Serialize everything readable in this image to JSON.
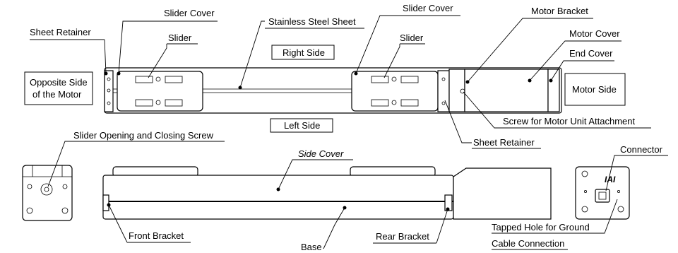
{
  "labels": {
    "slider_cover_left": "Slider Cover",
    "stainless_steel_sheet": "Stainless Steel Sheet",
    "slider_cover_right": "Slider Cover",
    "motor_bracket": "Motor Bracket",
    "sheet_retainer_top": "Sheet Retainer",
    "slider_left": "Slider",
    "right_side": "Right Side",
    "slider_right": "Slider",
    "motor_cover": "Motor Cover",
    "end_cover": "End Cover",
    "opposite_side_line1": "Opposite Side",
    "opposite_side_line2": "of the Motor",
    "motor_side": "Motor Side",
    "left_side": "Left Side",
    "screw_motor_unit": "Screw for Motor Unit Attachment",
    "sheet_retainer_bottom": "Sheet Retainer",
    "slider_screw": "Slider Opening and Closing Screw",
    "side_cover": "Side Cover",
    "connector": "Connector",
    "front_bracket": "Front Bracket",
    "base": "Base",
    "rear_bracket": "Rear Bracket",
    "ground_line1": "Tapped Hole for Ground",
    "ground_line2": "Cable Connection",
    "logo": "IAI"
  }
}
